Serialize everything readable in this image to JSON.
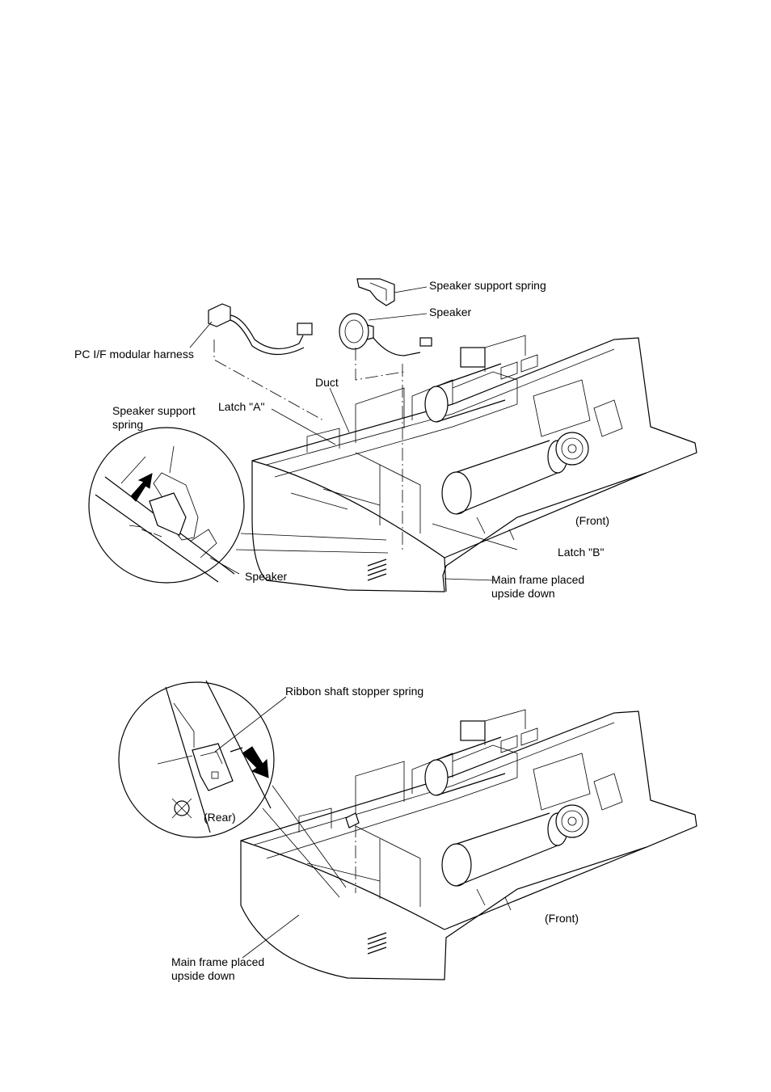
{
  "figure1": {
    "labels": {
      "speaker_support_spring_top": "Speaker support spring",
      "speaker_top": "Speaker",
      "pc_if_harness": "PC I/F modular harness",
      "duct": "Duct",
      "latch_a": "Latch \"A\"",
      "speaker_support_spring_inset_1": "Speaker support",
      "speaker_support_spring_inset_2": "spring",
      "front": "(Front)",
      "latch_b": "Latch \"B\"",
      "speaker_inset": "Speaker",
      "main_frame_1": "Main frame placed",
      "main_frame_2": "upside down"
    }
  },
  "figure2": {
    "labels": {
      "ribbon_spring": "Ribbon shaft stopper spring",
      "rear": "(Rear)",
      "front": "(Front)",
      "main_frame_1": "Main frame placed",
      "main_frame_2": "upside down"
    }
  }
}
